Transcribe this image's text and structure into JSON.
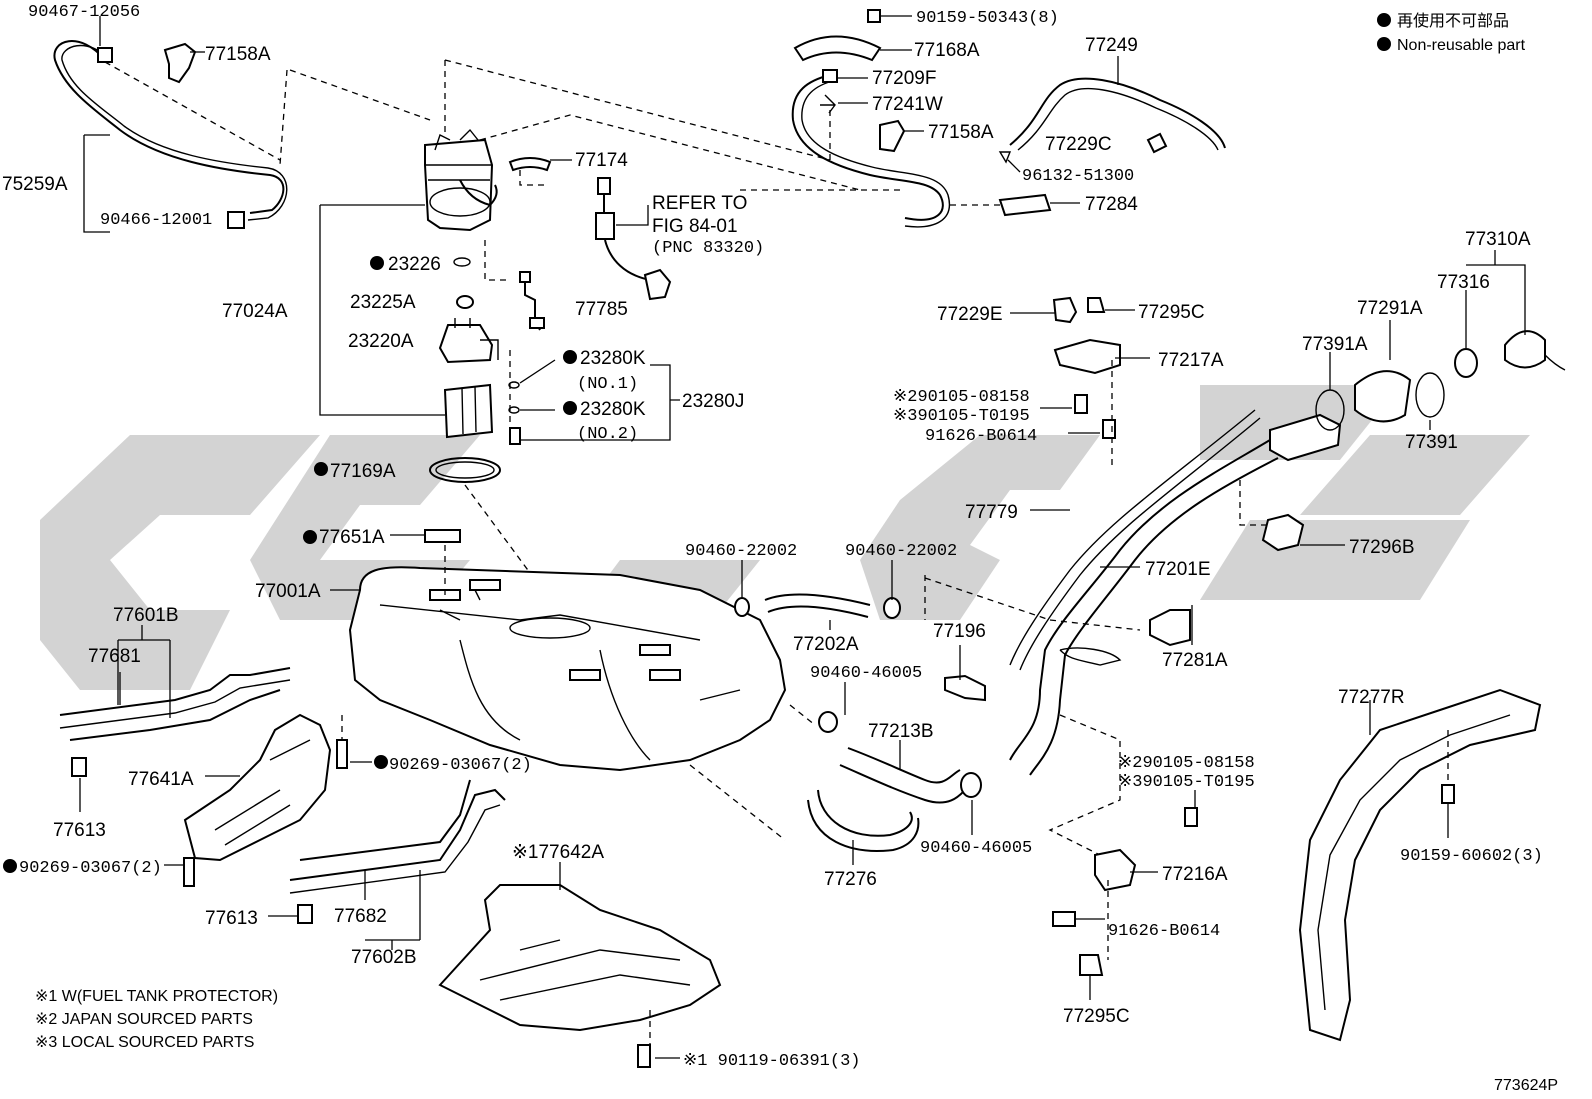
{
  "legend": {
    "line1": "再使用不可部品",
    "line2": "Non-reusable part"
  },
  "notes": {
    "n1": "※1 W(FUEL TANK PROTECTOR)",
    "n2": "※2 JAPAN SOURCED PARTS",
    "n3": "※3 LOCAL SOURCED PARTS"
  },
  "refer": {
    "line1": "REFER TO",
    "line2": "FIG 84-01",
    "line3": "(PNC 83320)"
  },
  "illustration_id": "773624P",
  "watermark_color": "#d3d3d3",
  "labels": {
    "p90467_12056": "90467-12056",
    "p77158A_a": "77158A",
    "p75259A": "75259A",
    "p90466_12001": "90466-12001",
    "p77174": "77174",
    "p77024A": "77024A",
    "p23226": "23226",
    "p23225A": "23225A",
    "p23220A": "23220A",
    "p77785": "77785",
    "p23280K_1": "23280K",
    "no1": "(NO.1)",
    "p23280K_2": "23280K",
    "no2": "(NO.2)",
    "p23280J": "23280J",
    "p77169A": "77169A",
    "p77651A": "77651A",
    "p77001A": "77001A",
    "p77601B": "77601B",
    "p77681": "77681",
    "p77641A": "77641A",
    "p77613_a": "77613",
    "p90269_03067_a": "90269-03067(2)",
    "p90269_03067_b": "90269-03067(2)",
    "p77613_b": "77613",
    "p77682": "77682",
    "p77602B": "77602B",
    "p77642A": "※177642A",
    "p90119_06391": "※1 90119-06391(3)",
    "p90460_22002_a": "90460-22002",
    "p90460_22002_b": "90460-22002",
    "p77202A": "77202A",
    "p90460_46005_a": "90460-46005",
    "p77213B": "77213B",
    "p77276": "77276",
    "p90460_46005_b": "90460-46005",
    "p77196": "77196",
    "p90159_50343": "90159-50343(8)",
    "p77168A": "77168A",
    "p77209F": "77209F",
    "p77241W": "77241W",
    "p77158A_b": "77158A",
    "p77249": "77249",
    "p77229C": "77229C",
    "p96132_51300": "96132-51300",
    "p77284": "77284",
    "p77229E": "77229E",
    "p77295C_a": "77295C",
    "p77217A": "77217A",
    "p90105_08158_a": "※290105-08158",
    "p90105_T0195_a": "※390105-T0195",
    "p91626_B0614_a": "91626-B0614",
    "p77779": "77779",
    "p77201E": "77201E",
    "p77281A": "77281A",
    "p90105_08158_b": "※290105-08158",
    "p90105_T0195_b": "※390105-T0195",
    "p77216A": "77216A",
    "p91626_B0614_b": "91626-B0614",
    "p77295C_b": "77295C",
    "p77310A": "77310A",
    "p77316": "77316",
    "p77291A": "77291A",
    "p77391A": "77391A",
    "p77391": "77391",
    "p77296B": "77296B",
    "p77277R": "77277R",
    "p90159_60602": "90159-60602(3)"
  }
}
